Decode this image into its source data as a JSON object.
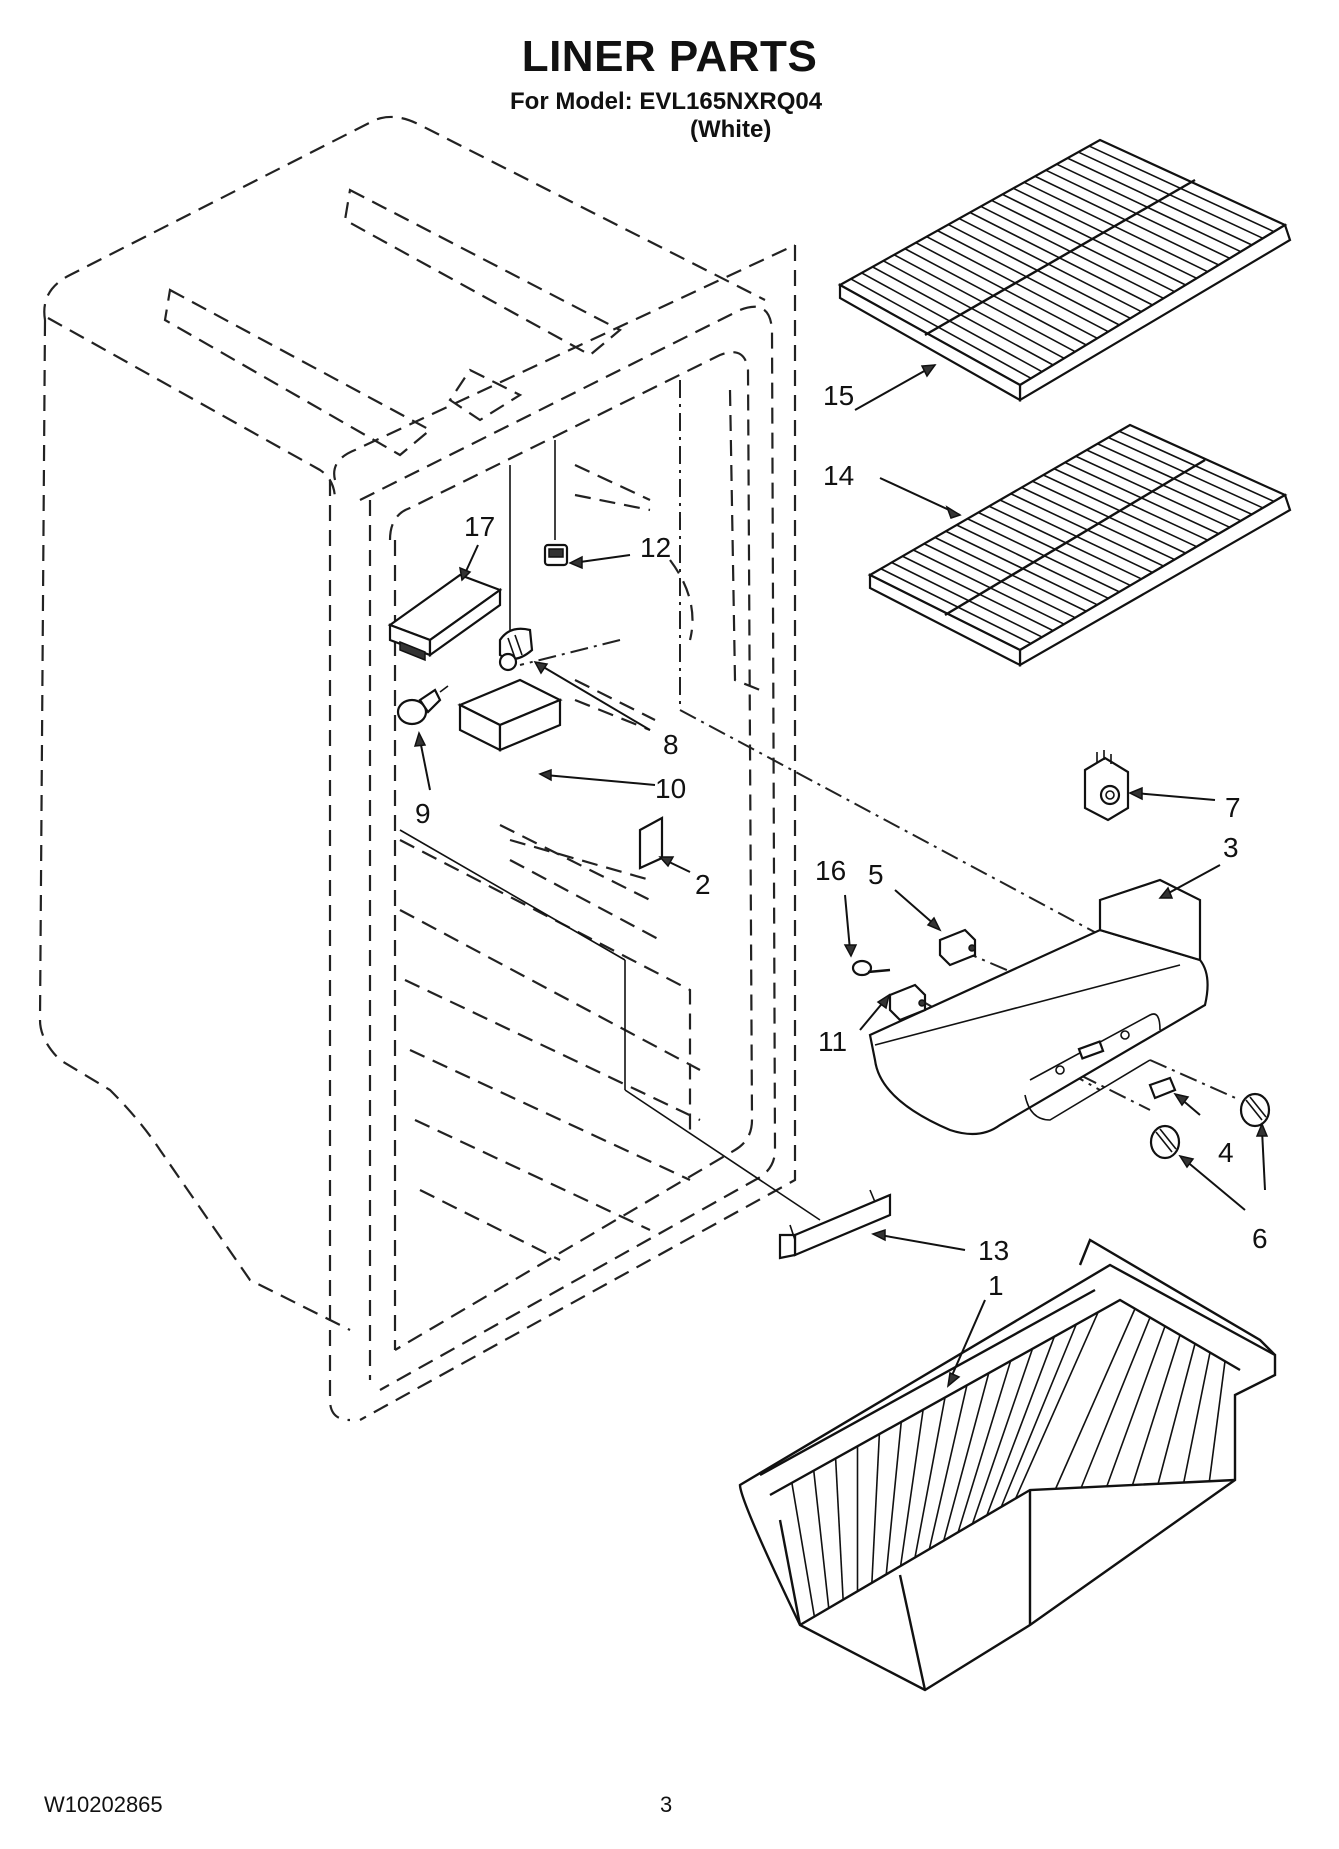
{
  "header": {
    "title": "LINER PARTS",
    "model_line": "For Model: EVL165NXRQ04",
    "variant": "(White)"
  },
  "footer": {
    "doc_number": "W10202865",
    "page_number": "3"
  },
  "callouts": {
    "c1": "1",
    "c2": "2",
    "c3": "3",
    "c4": "4",
    "c5": "5",
    "c6": "6",
    "c7": "7",
    "c8": "8",
    "c9": "9",
    "c10": "10",
    "c11": "11",
    "c12": "12",
    "c13": "13",
    "c14": "14",
    "c15": "15",
    "c16": "16",
    "c17": "17"
  }
}
